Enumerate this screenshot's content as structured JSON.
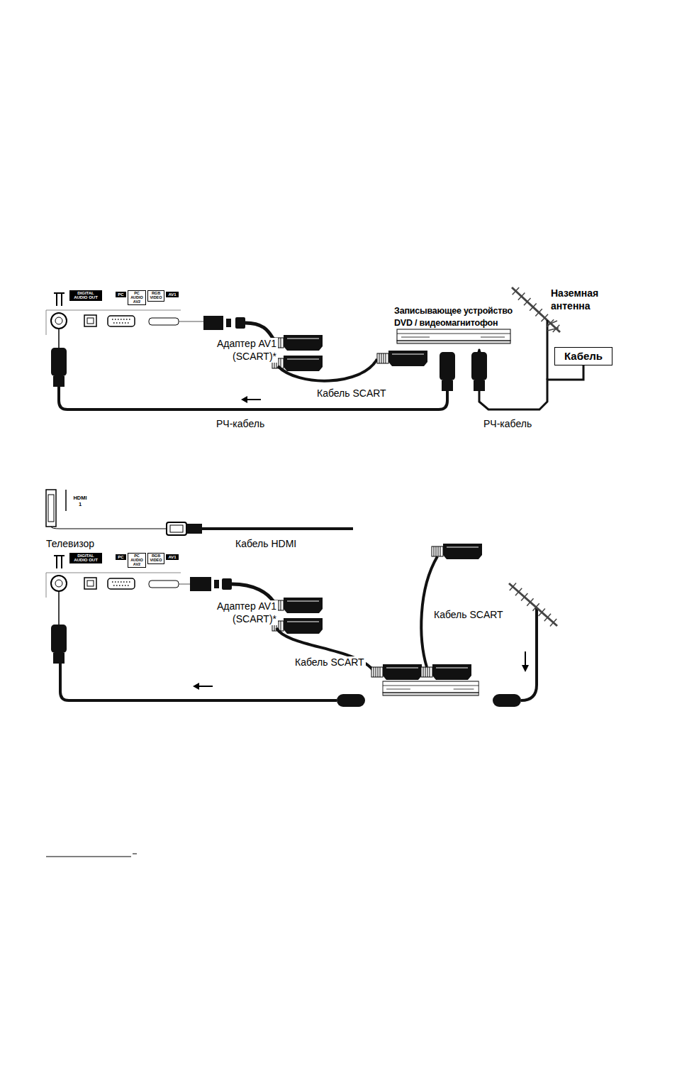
{
  "diagram": {
    "nodes": [
      {
        "text": [
          "Записывающее устройство DVD / видеомагнитофон"
        ]
      },
      {
        "text": [
          "Кабель"
        ]
      }
    ],
    "edges": [
      {
        "from": 1,
        "to": 0,
        "arrow": "to",
        "label": "РЧ-кабель"
      }
    ],
    "labels": [
      "DIGITAL AUDIO OUT",
      "PC",
      "PC AUDIO AV2",
      "RGB VIDEO",
      "AV1",
      "Наземная антенна",
      "Адаптер AV1 (SCART)*",
      "Кабель SCART",
      "РЧ-кабель",
      "HDMI 1",
      "Телевизор",
      "Кабель HDMI",
      "DIGITAL AUDIO OUT",
      "PC",
      "PC AUDIO AV2",
      "RGB VIDEO",
      "AV1",
      "Адаптер AV1 (SCART)*",
      "Кабель SCART",
      "Кабель SCART"
    ]
  }
}
